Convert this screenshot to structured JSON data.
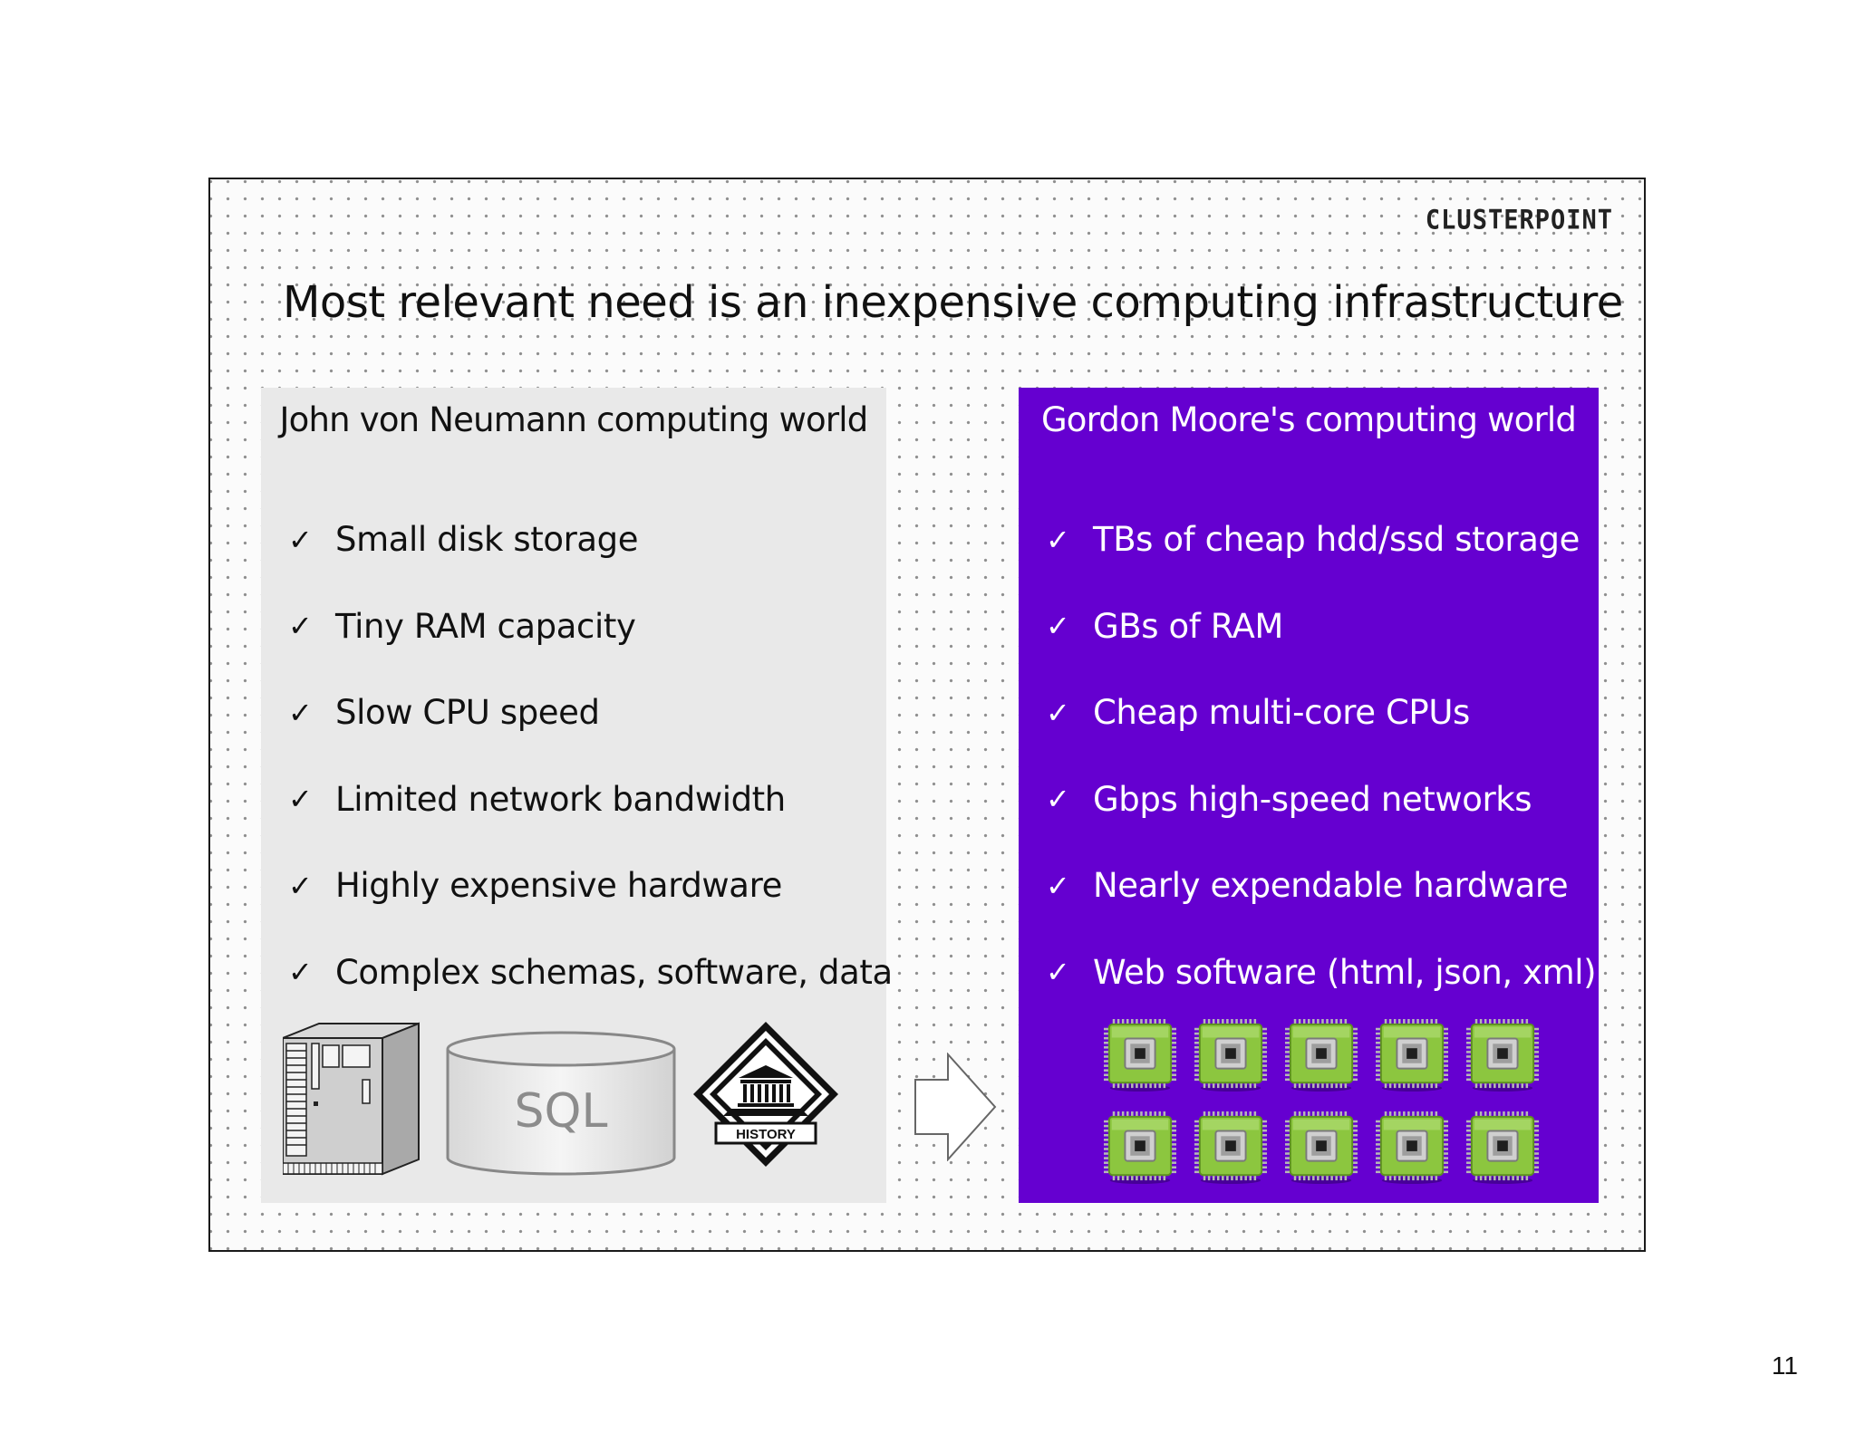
{
  "logo": {
    "text": "CLUSTERPOINT"
  },
  "title": "Most relevant need is an inexpensive computing infrastructure",
  "left_panel": {
    "heading": "John von Neumann computing world",
    "items": [
      "Small disk storage",
      "Tiny RAM capacity",
      "Slow CPU speed",
      "Limited network bandwidth",
      "Highly expensive hardware",
      "Complex schemas, software, data"
    ],
    "database_label": "SQL",
    "history_label": "HISTORY"
  },
  "right_panel": {
    "heading": "Gordon Moore's computing world",
    "items": [
      "TBs of cheap hdd/ssd storage",
      "GBs of RAM",
      "Cheap multi-core CPUs",
      "Gbps high-speed networks",
      "Nearly expendable hardware",
      "Web software (html, json, xml)"
    ],
    "chip_count": 10
  },
  "check_glyph": "✓",
  "page_number": "11",
  "colors": {
    "right_panel_bg": "#6500d0",
    "left_panel_bg": "#e9e9e9",
    "chip_green": "#8cc63f"
  }
}
